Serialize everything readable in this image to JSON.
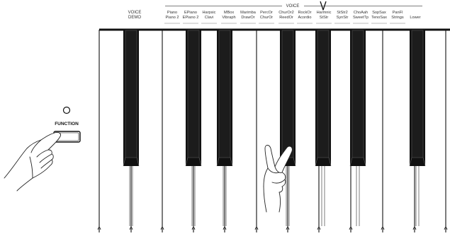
{
  "voice_demo": {
    "line1": "VOICE",
    "line2": "DEMO"
  },
  "voice_group_label": "VOICE",
  "voices": [
    {
      "top": "Piano",
      "bottom": "Piano 2"
    },
    {
      "top": "EPiano",
      "bottom": "EPiano 2"
    },
    {
      "top": "Harpsic",
      "bottom": "Clavi"
    },
    {
      "top": "MBox",
      "bottom": "Vibraph"
    },
    {
      "top": "Marimba",
      "bottom": "DrawOr"
    },
    {
      "top": "PercOr",
      "bottom": "ChurOr"
    },
    {
      "top": "ChurOr2",
      "bottom": "ReedOr"
    },
    {
      "top": "RockOr",
      "bottom": "Acordio"
    },
    {
      "top": "Harmnic",
      "bottom": "StStr"
    },
    {
      "top": "StStr2",
      "bottom": "SynStr"
    },
    {
      "top": "ChoAah",
      "bottom": "SweetTp"
    },
    {
      "top": "SopSax",
      "bottom": "TenoSax"
    },
    {
      "top": "PanFl",
      "bottom": "Strings"
    },
    {
      "top": "",
      "bottom": "Lower"
    }
  ],
  "function_button_label": "FUNCTION"
}
